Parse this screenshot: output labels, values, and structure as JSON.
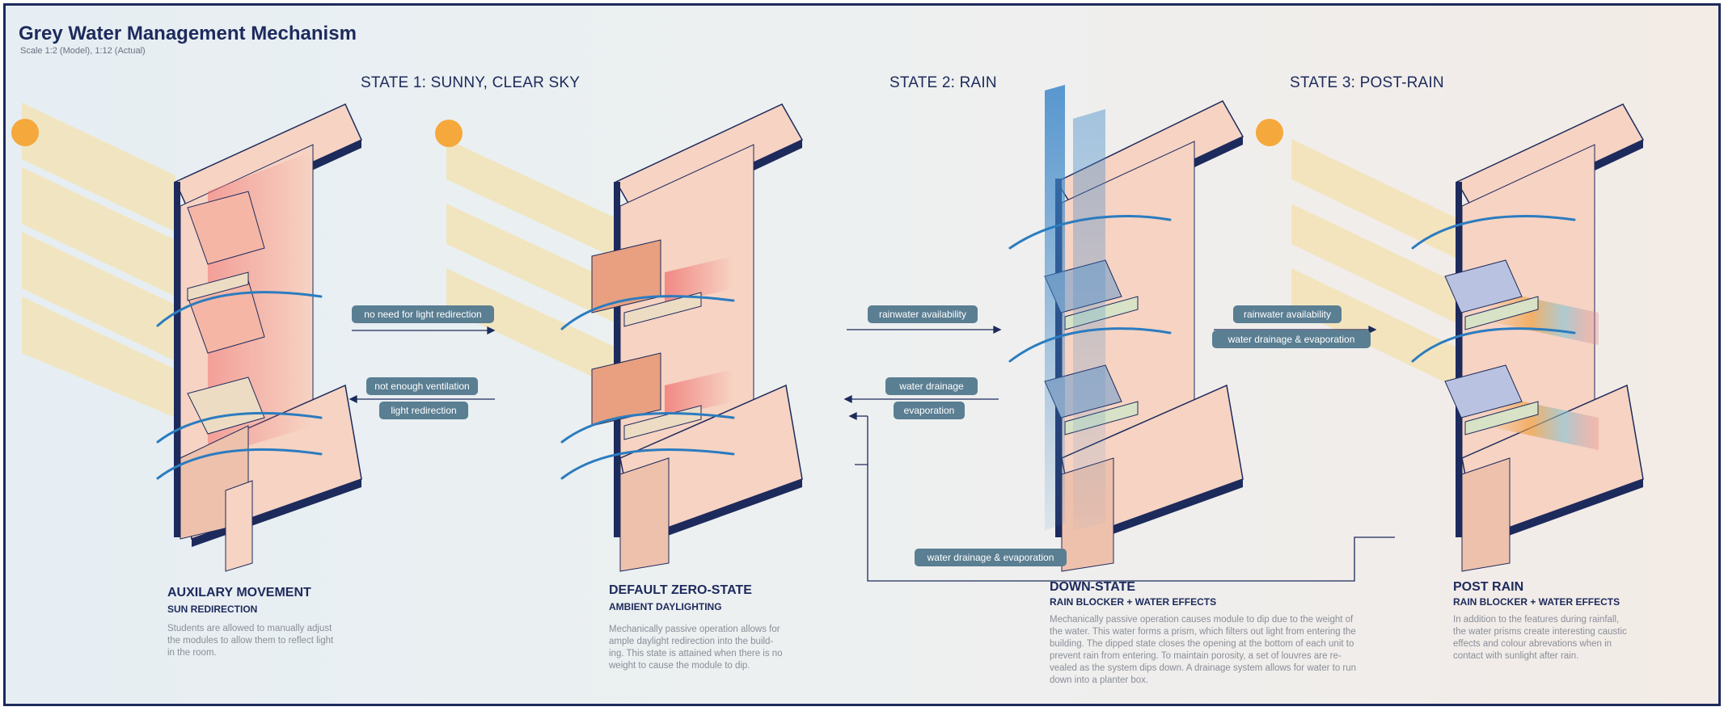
{
  "header": {
    "title": "Grey Water Management Mechanism",
    "subtitle": "Scale 1:2 (Model), 1:12 (Actual)"
  },
  "states": {
    "s1": "STATE 1: SUNNY, CLEAR SKY",
    "s2": "STATE 2: RAIN",
    "s3": "STATE 3: POST-RAIN"
  },
  "transitions": {
    "no_light": "no need for light redirection",
    "not_vent": "not enough ventilation",
    "light_red": "light redirection",
    "rain_avail_1": "rainwater availability",
    "water_drain": "water drainage",
    "evap": "evaporation",
    "drain_evap_bottom": "water drainage & evaporation",
    "rain_avail_2": "rainwater availability",
    "drain_evap_2": "water drainage & evaporation"
  },
  "captions": {
    "c1": {
      "heading": "AUXILARY MOVEMENT",
      "sub": "SUN REDIRECTION",
      "lines": [
        "Students are allowed to manually adjust",
        "the modules to allow them to reflect light",
        "in the room."
      ]
    },
    "c2": {
      "heading": "DEFAULT ZERO-STATE",
      "sub": "AMBIENT DAYLIGHTING",
      "lines": [
        "Mechanically passive operation allows for",
        "ample daylight redirection into the build-",
        "ing. This state is attained when there is no",
        "weight to cause the module to dip."
      ]
    },
    "c3": {
      "heading": "DOWN-STATE",
      "sub": "RAIN BLOCKER + WATER EFFECTS",
      "lines": [
        "Mechanically passive operation causes module to dip due to the weight of",
        "the water. This water forms a prism, which filters out light from entering the",
        "building. The dipped state closes the opening at the bottom of each unit to",
        "prevent rain from entering. To maintain porosity, a set of louvres are re-",
        "vealed as the system dips down. A drainage system allows for water to run",
        "down into a planter box."
      ]
    },
    "c4": {
      "heading": "POST RAIN",
      "sub": "RAIN BLOCKER + WATER EFFECTS",
      "lines": [
        "In addition to the features during rainfall,",
        "the water prisms create interesting caustic",
        "effects and colour abrevations when in",
        "contact with sunlight after rain."
      ]
    }
  },
  "colors": {
    "navy": "#1d2a5c",
    "pink": "#f6d3c3",
    "pink_dark": "#eec1ad",
    "sun": "#f5a83c",
    "sunbeam": "#f4e2b0",
    "pill": "#5a7e92",
    "air": "#2b7cbf",
    "rain": "#3d87c9"
  },
  "icons": [
    "sun-icon",
    "airflow-arrow-icon",
    "rain-curtain-icon",
    "arrow-right-icon",
    "arrow-left-icon"
  ]
}
